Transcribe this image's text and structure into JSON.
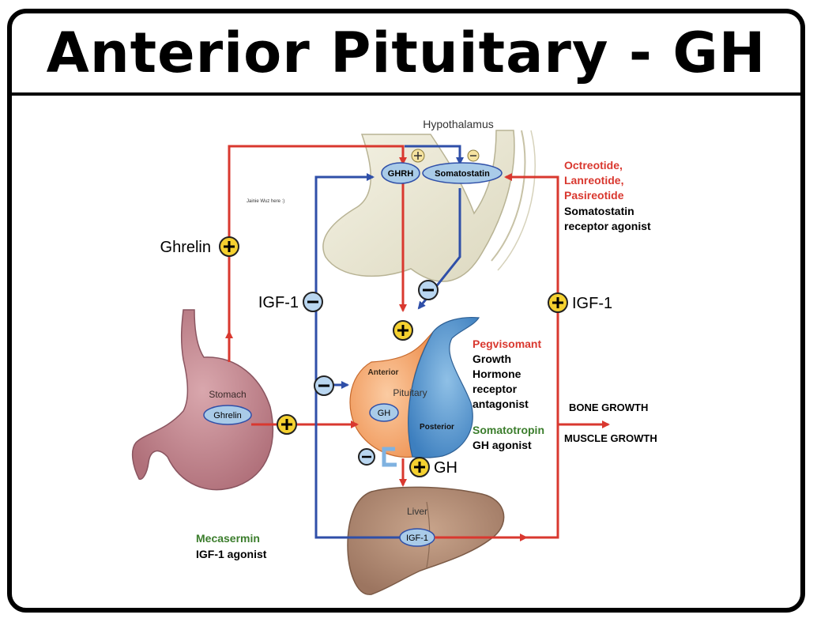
{
  "title": "Anterior Pituitary - GH",
  "hypothalamus": {
    "label": "Hypothalamus",
    "ghrh": "GHRH",
    "somatostatin": "Somatostatin"
  },
  "watermark": "Jainie Wuz here :)",
  "ghrelin_label": "Ghrelin",
  "igf1_left_label": "IGF-1",
  "igf1_right_label": "IGF-1",
  "gh_label": "GH",
  "stomach": {
    "label": "Stomach",
    "ghrelin": "Ghrelin"
  },
  "pituitary": {
    "anterior": "Anterior",
    "label": "Pituitary",
    "gh": "GH",
    "posterior": "Posterior"
  },
  "liver": {
    "label": "Liver",
    "igf1": "IGF-1"
  },
  "drugs": {
    "octreotide": [
      "Octreotide,",
      "Lanreotide,",
      "Pasireotide"
    ],
    "somatostatin_agonist": [
      "Somatostatin",
      "receptor agonist"
    ],
    "pegvisomant": "Pegvisomant",
    "gh_antagonist": [
      "Growth",
      "Hormone",
      "receptor",
      "antagonist"
    ],
    "somatotropin": "Somatotropin",
    "gh_agonist": "GH agonist",
    "mecasermin": "Mecasermin",
    "igf1_agonist": "IGF-1 agonist"
  },
  "effects": {
    "bone": "BONE GROWTH",
    "muscle": "MUSCLE GROWTH"
  },
  "colors": {
    "red": "#d9382f",
    "blue": "#2f4fa8",
    "green": "#3b7d2c",
    "yellow": "#f5d130",
    "oval": "#a9cbe8"
  }
}
